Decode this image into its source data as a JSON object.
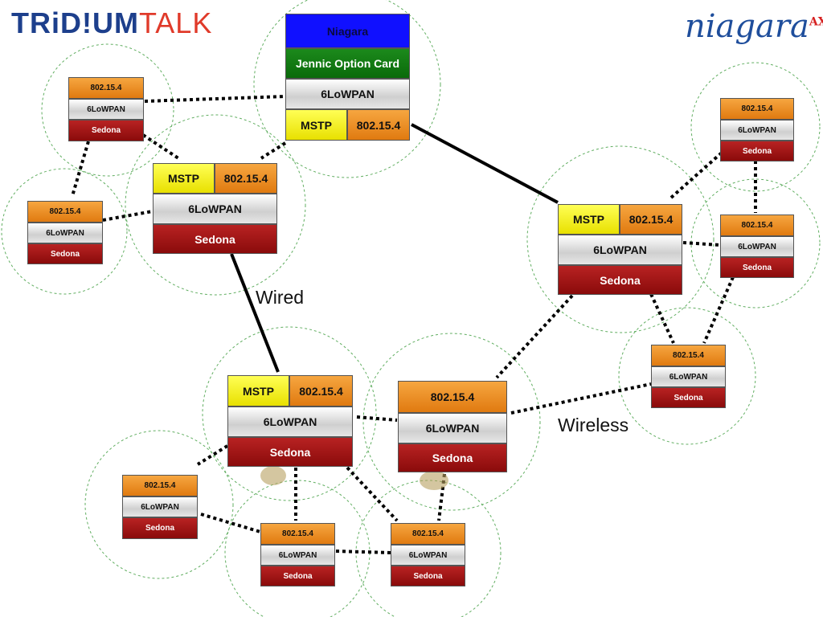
{
  "logo_left": {
    "part1": "TRiD!UM",
    "part2": "TALK"
  },
  "logo_right": {
    "name": "niagara",
    "sup": "AX"
  },
  "labels": {
    "wired": "Wired",
    "wireless": "Wireless"
  },
  "layers": {
    "niagara": "Niagara",
    "jennic": "Jennic Option Card",
    "lowpan": "6LoWPAN",
    "mstp": "MSTP",
    "ieee": "802.15.4",
    "sedona": "Sedona"
  },
  "nodes": [
    {
      "id": "niagara-station",
      "type": "supervisor"
    },
    {
      "id": "router-left",
      "type": "router"
    },
    {
      "id": "router-right",
      "type": "router"
    },
    {
      "id": "router-bottom",
      "type": "router"
    },
    {
      "id": "coordinator-wireless",
      "type": "wireless-large"
    },
    {
      "id": "device-top-left",
      "type": "device"
    },
    {
      "id": "device-mid-left",
      "type": "device"
    },
    {
      "id": "device-right-top",
      "type": "device"
    },
    {
      "id": "device-right-mid",
      "type": "device"
    },
    {
      "id": "device-right-low",
      "type": "device"
    },
    {
      "id": "device-bottom-left",
      "type": "device"
    },
    {
      "id": "device-bottom-mid",
      "type": "device"
    },
    {
      "id": "device-bottom-right",
      "type": "device"
    }
  ],
  "connections": [
    {
      "from": "niagara-station",
      "to": "router-right",
      "kind": "wired"
    },
    {
      "from": "router-left",
      "to": "router-bottom",
      "kind": "wired"
    },
    {
      "from": "niagara-station",
      "to": "device-top-left",
      "kind": "wireless"
    },
    {
      "from": "niagara-station",
      "to": "router-left",
      "kind": "wireless"
    },
    {
      "from": "device-top-left",
      "to": "router-left",
      "kind": "wireless"
    },
    {
      "from": "device-top-left",
      "to": "device-mid-left",
      "kind": "wireless"
    },
    {
      "from": "device-mid-left",
      "to": "router-left",
      "kind": "wireless"
    },
    {
      "from": "router-right",
      "to": "device-right-top",
      "kind": "wireless"
    },
    {
      "from": "device-right-top",
      "to": "device-right-mid",
      "kind": "wireless"
    },
    {
      "from": "router-right",
      "to": "device-right-mid",
      "kind": "wireless"
    },
    {
      "from": "device-right-mid",
      "to": "device-right-low",
      "kind": "wireless"
    },
    {
      "from": "router-right",
      "to": "device-right-low",
      "kind": "wireless"
    },
    {
      "from": "router-right",
      "to": "coordinator-wireless",
      "kind": "wireless"
    },
    {
      "from": "coordinator-wireless",
      "to": "device-right-low",
      "kind": "wireless"
    },
    {
      "from": "router-bottom",
      "to": "coordinator-wireless",
      "kind": "wireless"
    },
    {
      "from": "router-bottom",
      "to": "device-bottom-left",
      "kind": "wireless"
    },
    {
      "from": "router-bottom",
      "to": "device-bottom-mid",
      "kind": "wireless"
    },
    {
      "from": "router-bottom",
      "to": "device-bottom-right",
      "kind": "wireless"
    },
    {
      "from": "device-bottom-left",
      "to": "device-bottom-mid",
      "kind": "wireless"
    },
    {
      "from": "device-bottom-mid",
      "to": "device-bottom-right",
      "kind": "wireless"
    },
    {
      "from": "coordinator-wireless",
      "to": "device-bottom-right",
      "kind": "wireless"
    }
  ]
}
